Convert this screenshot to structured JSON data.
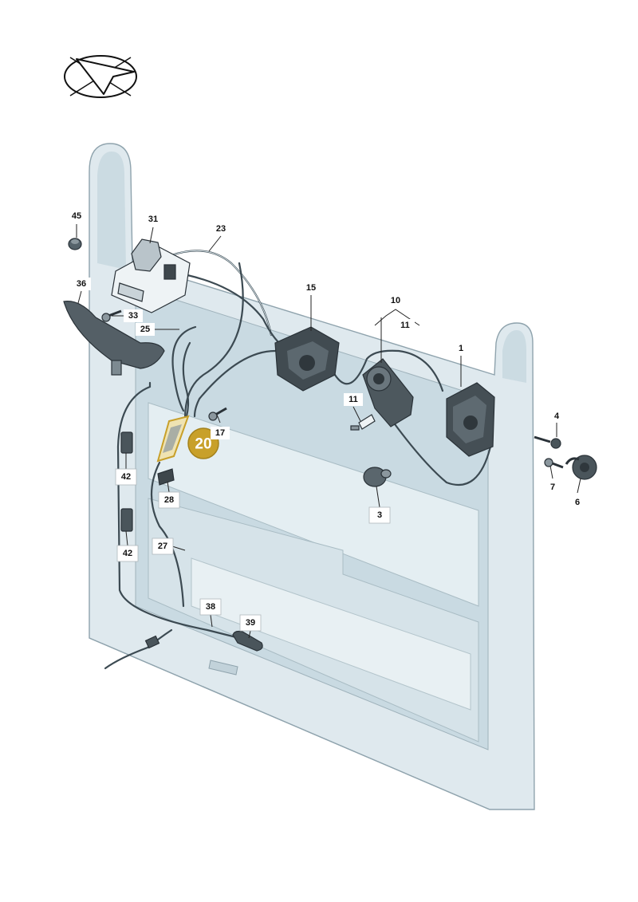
{
  "colors": {
    "door_panel": "#dfe9ee",
    "door_shadow": "#b9ccd6",
    "door_outline": "#8fa3ad",
    "part_dark": "#4a555b",
    "highlight": "#c8a02a"
  },
  "icons": [
    "view-direction-icon"
  ],
  "highlight": {
    "number": "20"
  },
  "callouts": [
    {
      "id": "45",
      "text": "45"
    },
    {
      "id": "31",
      "text": "31"
    },
    {
      "id": "23",
      "text": "23"
    },
    {
      "id": "36",
      "text": "36"
    },
    {
      "id": "33",
      "text": "33"
    },
    {
      "id": "25",
      "text": "25"
    },
    {
      "id": "15",
      "text": "15"
    },
    {
      "id": "10",
      "text": "10"
    },
    {
      "id": "11a",
      "text": "11"
    },
    {
      "id": "1",
      "text": "1"
    },
    {
      "id": "11b",
      "text": "11"
    },
    {
      "id": "17",
      "text": "17"
    },
    {
      "id": "4",
      "text": "4"
    },
    {
      "id": "42a",
      "text": "42"
    },
    {
      "id": "28",
      "text": "28"
    },
    {
      "id": "7",
      "text": "7"
    },
    {
      "id": "6",
      "text": "6"
    },
    {
      "id": "3",
      "text": "3"
    },
    {
      "id": "42b",
      "text": "42"
    },
    {
      "id": "27",
      "text": "27"
    },
    {
      "id": "38",
      "text": "38"
    },
    {
      "id": "39",
      "text": "39"
    }
  ]
}
